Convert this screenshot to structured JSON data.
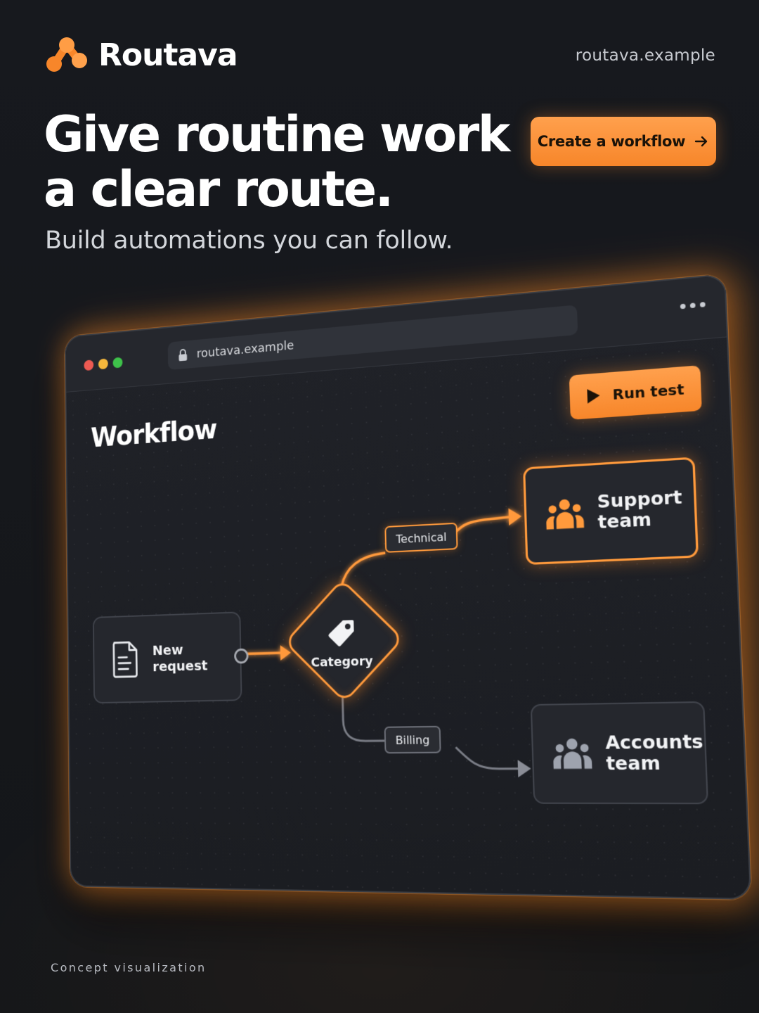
{
  "brand": {
    "name": "Routava",
    "logo_icon": "routava-logo-icon",
    "accent_color": "#f7862a"
  },
  "header": {
    "site_url": "routava.example"
  },
  "hero": {
    "headline_line1": "Give routine work",
    "headline_line2": "a clear route.",
    "subheadline": "Build automations you can follow.",
    "cta_label": "Create a workflow",
    "cta_icon": "arrow-right-icon"
  },
  "browser": {
    "url": "routava.example",
    "lock_icon": "lock-icon",
    "menu_icon": "more-dots-icon",
    "page_title": "Workflow",
    "run_button_label": "Run test",
    "run_button_icon": "play-icon"
  },
  "flow": {
    "trigger": {
      "label": "New request",
      "icon": "document-icon"
    },
    "decision": {
      "label": "Category",
      "icon": "tag-icon"
    },
    "branches": [
      {
        "condition": "Technical",
        "target_line1": "Support",
        "target_line2": "team",
        "icon": "team-icon",
        "active": true
      },
      {
        "condition": "Billing",
        "target_line1": "Accounts",
        "target_line2": "team",
        "icon": "team-icon",
        "active": false
      }
    ]
  },
  "footer": {
    "note": "Concept visualization"
  }
}
